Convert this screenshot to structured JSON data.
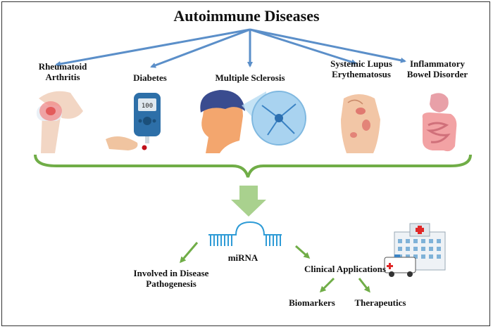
{
  "title": "Autoimmune Diseases",
  "diseases": [
    {
      "line1": "Rheumatoid",
      "line2": "Arthritis",
      "icon": "knee-joint-icon"
    },
    {
      "line1": "Diabetes",
      "line2": "",
      "icon": "glucose-meter-icon"
    },
    {
      "line1": "Multiple Sclerosis",
      "line2": "",
      "icon": "head-neuron-icon"
    },
    {
      "line1": "Systemic Lupus",
      "line2": "Erythematosus",
      "icon": "skin-rash-back-icon"
    },
    {
      "line1": "Inflammatory",
      "line2": "Bowel Disorder",
      "icon": "intestine-icon"
    }
  ],
  "mirna": "miRNA",
  "pathogenesis": {
    "line1": "Involved in Disease",
    "line2": "Pathogenesis"
  },
  "clinical": "Clinical Applications",
  "biomarkers": "Biomarkers",
  "therapeutics": "Therapeutics",
  "colors": {
    "blue_arrow": "#5b8fc9",
    "green": "#70ad47",
    "green_light": "#a9d18e",
    "mirna_blue": "#2e9bd6"
  }
}
